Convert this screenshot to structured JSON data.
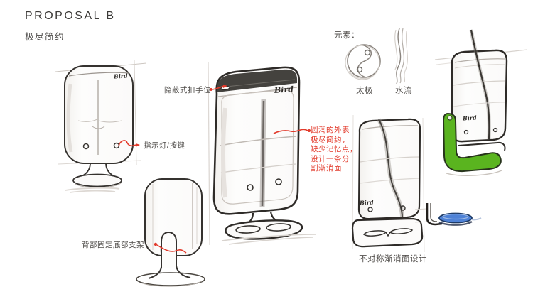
{
  "page": {
    "title": "PROPOSAL B",
    "subtitle": "极尽简约"
  },
  "brand_logo": "Bird",
  "elements": {
    "heading": "元素：",
    "items": [
      {
        "label": "太极"
      },
      {
        "label": "水流"
      }
    ]
  },
  "annotations": {
    "hidden_handle": "隐蔽式扣手位",
    "indicator_button": "指示灯/按键",
    "rear_bracket": "背部固定底部支架",
    "design_note": "圆润的外表\n极尽简约，\n缺少记忆点，\n设计一条分\n割渐消面",
    "asymmetric_caption": "不对称渐消面设计"
  },
  "colors": {
    "annotation_red": "#e23a2b",
    "accent_green": "#5ab41f",
    "accent_blue": "#4f82d6",
    "ink": "#2e2b28"
  }
}
